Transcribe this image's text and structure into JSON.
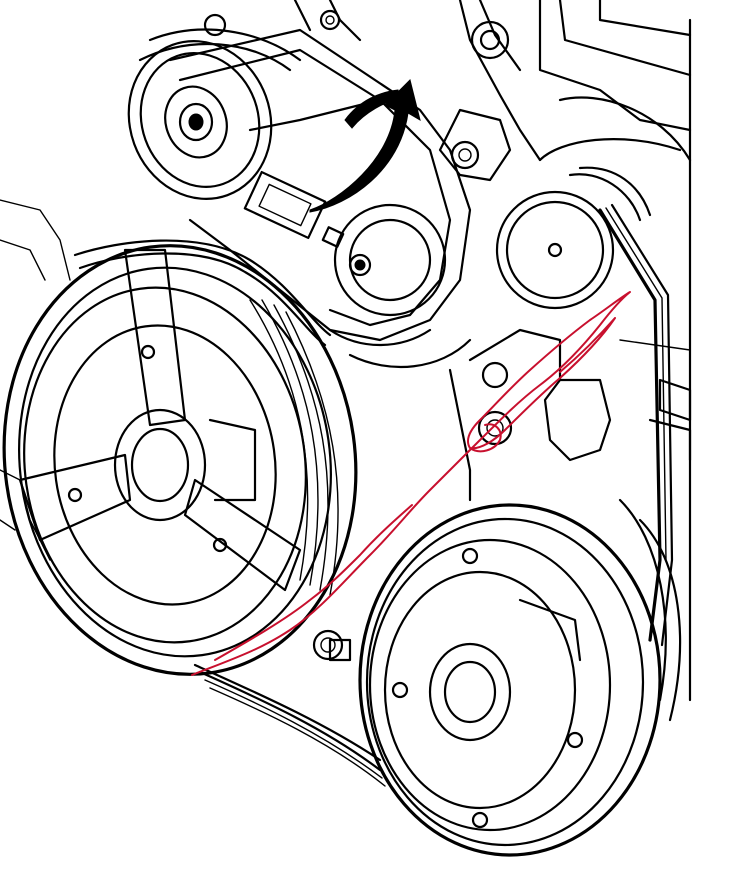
{
  "diagram": {
    "components": [
      {
        "id": "tensioner-pulley",
        "icon": "idler-pulley"
      },
      {
        "id": "tensioner-arm",
        "icon": "tensioner-arm"
      },
      {
        "id": "idler-pulley-right",
        "icon": "idler-pulley"
      },
      {
        "id": "crankshaft-pulley",
        "icon": "crank-pulley"
      },
      {
        "id": "water-pump-pulley",
        "icon": "pump-pulley"
      },
      {
        "id": "serpentine-belt",
        "icon": "belt"
      },
      {
        "id": "rotation-arrow",
        "icon": "curved-arrow"
      }
    ],
    "markup": {
      "color": "#c8102e",
      "kind": "freehand-line"
    }
  }
}
